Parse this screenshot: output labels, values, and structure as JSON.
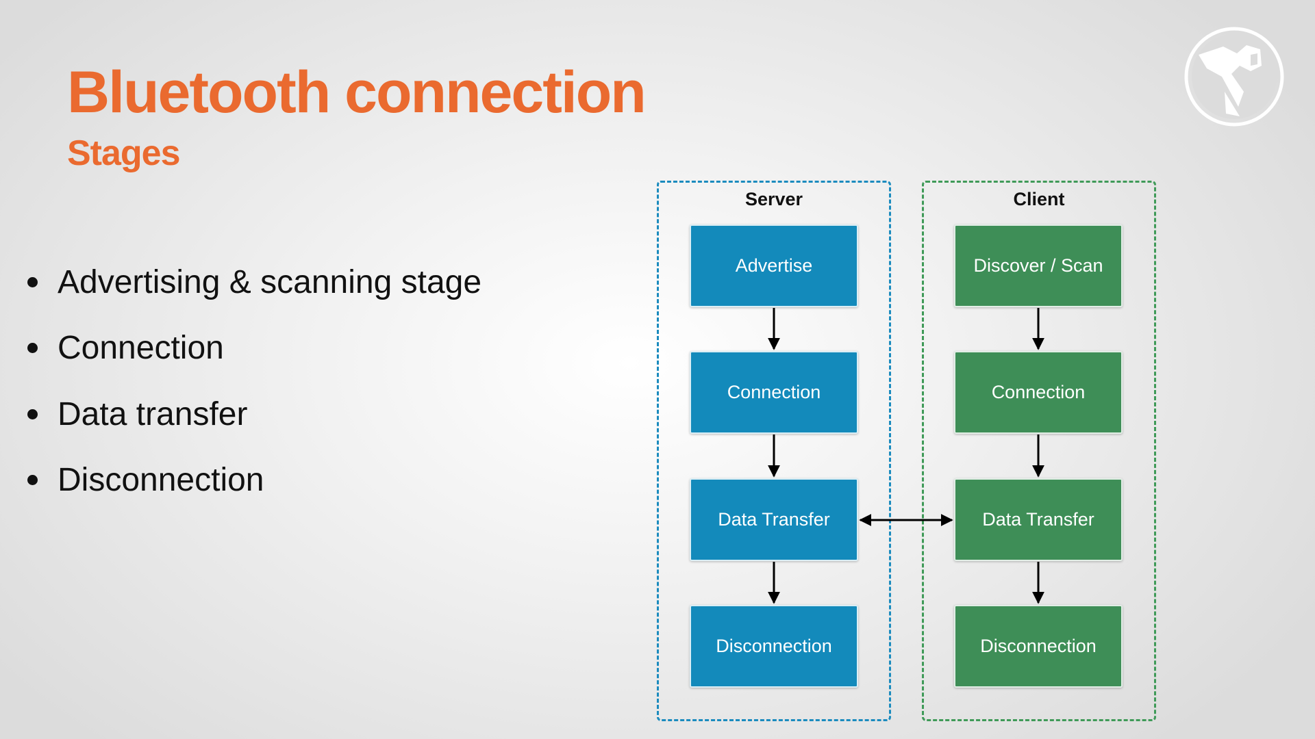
{
  "slide": {
    "title": "Bluetooth connection",
    "subtitle": "Stages"
  },
  "bullets": [
    "Advertising & scanning stage",
    "Connection",
    "Data transfer",
    "Disconnection"
  ],
  "diagram": {
    "server": {
      "label": "Server",
      "nodes": [
        "Advertise",
        "Connection",
        "Data Transfer",
        "Disconnection"
      ]
    },
    "client": {
      "label": "Client",
      "nodes": [
        "Discover / Scan",
        "Connection",
        "Data Transfer",
        "Disconnection"
      ]
    },
    "colors": {
      "server": "#138abb",
      "client": "#3e8e57",
      "accent": "#ea6a2f"
    }
  }
}
